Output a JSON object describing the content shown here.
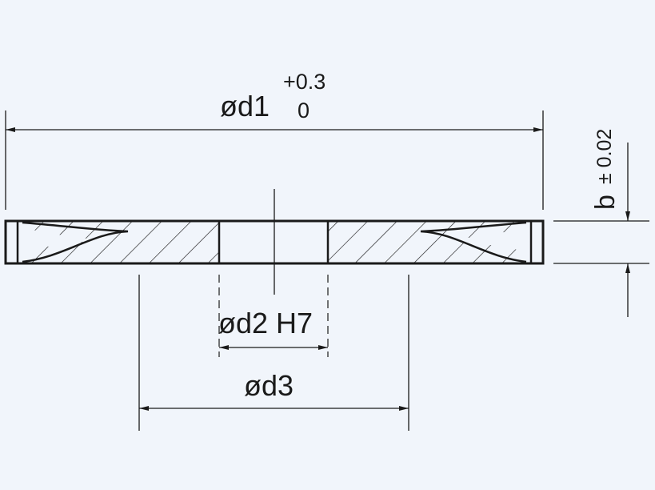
{
  "background": "#f1f5fb",
  "ink": "#1a1a1a",
  "labels": {
    "d1": "ød1",
    "d1_tol_upper": "+0.3",
    "d1_tol_lower": "0",
    "b": "b",
    "b_tol": "± 0.02",
    "d2": "ød2 H7",
    "d3": "ød3"
  }
}
